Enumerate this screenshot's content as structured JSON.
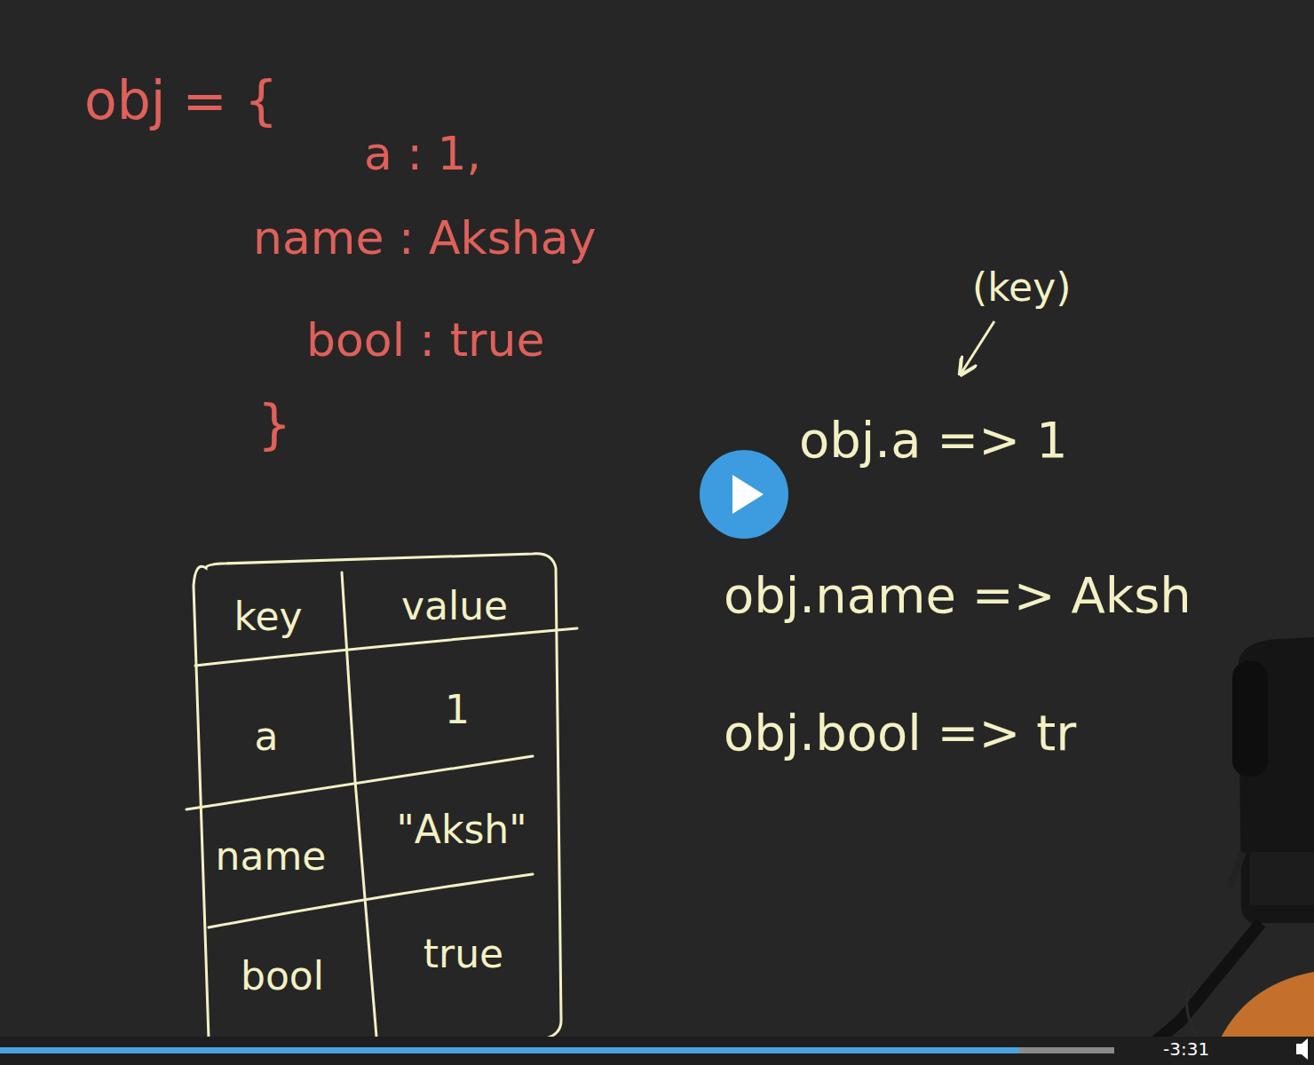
{
  "diagram": {
    "labels": [
      "obj = {",
      "a : 1,",
      "name : Akshay",
      "bool : true",
      "}",
      "key",
      "value",
      "a",
      "1",
      "name",
      "\"Aksh\"",
      "bool",
      "true",
      "(key)",
      "obj.a => 1",
      "obj.name => Aksh",
      "obj.bool => tr",
      "-3:31"
    ]
  }
}
